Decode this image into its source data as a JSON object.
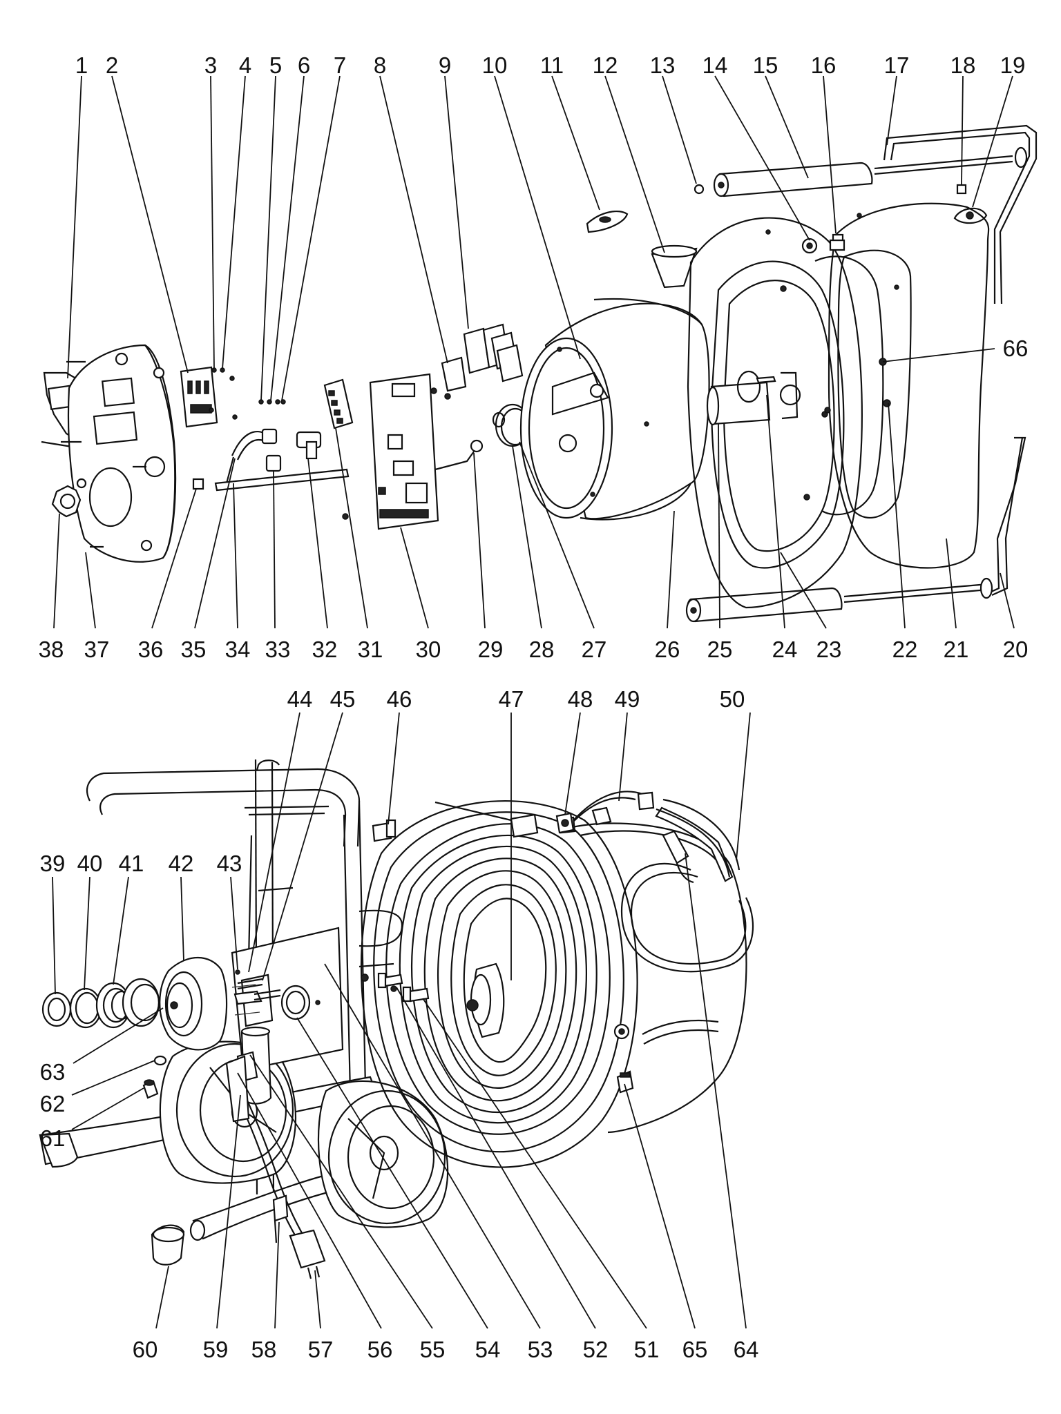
{
  "callouts": [
    {
      "id": "1",
      "text": "1"
    },
    {
      "id": "2",
      "text": "2"
    },
    {
      "id": "3",
      "text": "3"
    },
    {
      "id": "4",
      "text": "4"
    },
    {
      "id": "5",
      "text": "5"
    },
    {
      "id": "6",
      "text": "6"
    },
    {
      "id": "7",
      "text": "7"
    },
    {
      "id": "8",
      "text": "8"
    },
    {
      "id": "9",
      "text": "9"
    },
    {
      "id": "10",
      "text": "10"
    },
    {
      "id": "11",
      "text": "11"
    },
    {
      "id": "12",
      "text": "12"
    },
    {
      "id": "13",
      "text": "13"
    },
    {
      "id": "14",
      "text": "14"
    },
    {
      "id": "15",
      "text": "15"
    },
    {
      "id": "16",
      "text": "16"
    },
    {
      "id": "17",
      "text": "17"
    },
    {
      "id": "18",
      "text": "18"
    },
    {
      "id": "19",
      "text": "19"
    },
    {
      "id": "20",
      "text": "20"
    },
    {
      "id": "21",
      "text": "21"
    },
    {
      "id": "22",
      "text": "22"
    },
    {
      "id": "23",
      "text": "23"
    },
    {
      "id": "24",
      "text": "24"
    },
    {
      "id": "25",
      "text": "25"
    },
    {
      "id": "26",
      "text": "26"
    },
    {
      "id": "27",
      "text": "27"
    },
    {
      "id": "28",
      "text": "28"
    },
    {
      "id": "29",
      "text": "29"
    },
    {
      "id": "30",
      "text": "30"
    },
    {
      "id": "31",
      "text": "31"
    },
    {
      "id": "32",
      "text": "32"
    },
    {
      "id": "33",
      "text": "33"
    },
    {
      "id": "34",
      "text": "34"
    },
    {
      "id": "35",
      "text": "35"
    },
    {
      "id": "36",
      "text": "36"
    },
    {
      "id": "37",
      "text": "37"
    },
    {
      "id": "38",
      "text": "38"
    },
    {
      "id": "39",
      "text": "39"
    },
    {
      "id": "40",
      "text": "40"
    },
    {
      "id": "41",
      "text": "41"
    },
    {
      "id": "42",
      "text": "42"
    },
    {
      "id": "43",
      "text": "43"
    },
    {
      "id": "44",
      "text": "44"
    },
    {
      "id": "45",
      "text": "45"
    },
    {
      "id": "46",
      "text": "46"
    },
    {
      "id": "47",
      "text": "47"
    },
    {
      "id": "48",
      "text": "48"
    },
    {
      "id": "49",
      "text": "49"
    },
    {
      "id": "50",
      "text": "50"
    },
    {
      "id": "51",
      "text": "51"
    },
    {
      "id": "52",
      "text": "52"
    },
    {
      "id": "53",
      "text": "53"
    },
    {
      "id": "54",
      "text": "54"
    },
    {
      "id": "55",
      "text": "55"
    },
    {
      "id": "56",
      "text": "56"
    },
    {
      "id": "57",
      "text": "57"
    },
    {
      "id": "58",
      "text": "58"
    },
    {
      "id": "59",
      "text": "59"
    },
    {
      "id": "60",
      "text": "60"
    },
    {
      "id": "61",
      "text": "61"
    },
    {
      "id": "62",
      "text": "62"
    },
    {
      "id": "63",
      "text": "63"
    },
    {
      "id": "64",
      "text": "64"
    },
    {
      "id": "65",
      "text": "65"
    },
    {
      "id": "66",
      "text": "66"
    }
  ]
}
